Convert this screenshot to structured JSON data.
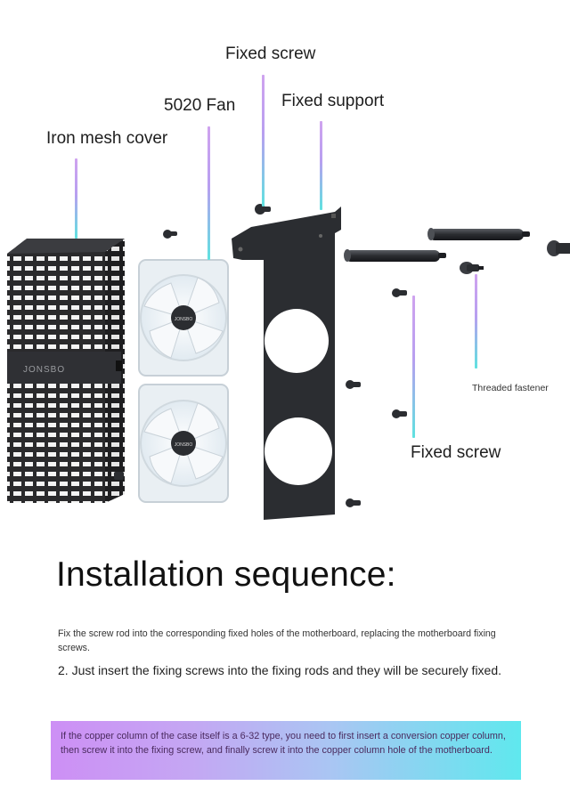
{
  "labels": {
    "fixed_screw_top": "Fixed screw",
    "fan_5020": "5020 Fan",
    "fixed_support": "Fixed support",
    "iron_mesh_cover": "Iron mesh cover",
    "threaded_fastener": "Threaded fastener",
    "fixed_screw_bottom": "Fixed screw"
  },
  "brand_logo_text": "JONSBO",
  "heading": "Installation sequence:",
  "steps": {
    "step1": "Fix the screw rod into the corresponding fixed holes of the motherboard, replacing the motherboard fixing screws.",
    "step2": "2. Just insert the fixing screws into the fixing rods and they will be securely fixed."
  },
  "note": "If the copper column of the case itself is a 6-32 type, you need to first insert a conversion copper column, then screw it into the fixing screw, and finally screw it into the copper column hole of the motherboard.",
  "colors": {
    "leader_top": "#cfa3ef",
    "leader_bottom": "#5fe2e0",
    "note_gradient_start": "#cd8ff5",
    "note_gradient_end": "#5fe8ee",
    "metal": "#2b2d31"
  }
}
